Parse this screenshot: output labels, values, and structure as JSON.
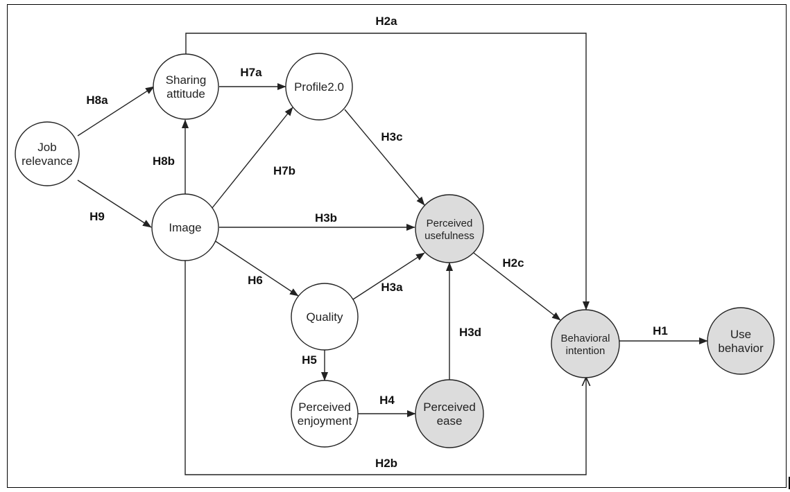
{
  "diagram": {
    "nodes": [
      {
        "id": "job_relevance",
        "lines": [
          "Job",
          "relevance"
        ],
        "fill": "white"
      },
      {
        "id": "sharing_attitude",
        "lines": [
          "Sharing",
          "attitude"
        ],
        "fill": "white"
      },
      {
        "id": "image",
        "lines": [
          "Image"
        ],
        "fill": "white"
      },
      {
        "id": "profile20",
        "lines": [
          "Profile2.0"
        ],
        "fill": "white"
      },
      {
        "id": "quality",
        "lines": [
          "Quality"
        ],
        "fill": "white"
      },
      {
        "id": "perceived_enjoyment",
        "lines": [
          "Perceived",
          "enjoyment"
        ],
        "fill": "white"
      },
      {
        "id": "perceived_usefulness",
        "lines": [
          "Perceived",
          "usefulness"
        ],
        "fill": "grey"
      },
      {
        "id": "perceived_ease",
        "lines": [
          "Perceived",
          "ease"
        ],
        "fill": "grey"
      },
      {
        "id": "behavioral_intention",
        "lines": [
          "Behavioral",
          "intention"
        ],
        "fill": "grey"
      },
      {
        "id": "use_behavior",
        "lines": [
          "Use",
          "behavior"
        ],
        "fill": "grey"
      }
    ],
    "edges": [
      {
        "id": "h8a",
        "label": "H8a",
        "from": "job_relevance",
        "to": "sharing_attitude"
      },
      {
        "id": "h9",
        "label": "H9",
        "from": "job_relevance",
        "to": "image"
      },
      {
        "id": "h8b",
        "label": "H8b",
        "from": "image",
        "to": "sharing_attitude"
      },
      {
        "id": "h7a",
        "label": "H7a",
        "from": "sharing_attitude",
        "to": "profile20"
      },
      {
        "id": "h7b",
        "label": "H7b",
        "from": "image",
        "to": "profile20"
      },
      {
        "id": "h3b",
        "label": "H3b",
        "from": "image",
        "to": "perceived_usefulness"
      },
      {
        "id": "h6",
        "label": "H6",
        "from": "image",
        "to": "quality"
      },
      {
        "id": "h3c",
        "label": "H3c",
        "from": "profile20",
        "to": "perceived_usefulness"
      },
      {
        "id": "h3a",
        "label": "H3a",
        "from": "quality",
        "to": "perceived_usefulness"
      },
      {
        "id": "h5",
        "label": "H5",
        "from": "quality",
        "to": "perceived_enjoyment"
      },
      {
        "id": "h4",
        "label": "H4",
        "from": "perceived_enjoyment",
        "to": "perceived_ease"
      },
      {
        "id": "h3d",
        "label": "H3d",
        "from": "perceived_ease",
        "to": "perceived_usefulness"
      },
      {
        "id": "h2c",
        "label": "H2c",
        "from": "perceived_usefulness",
        "to": "behavioral_intention"
      },
      {
        "id": "h1",
        "label": "H1",
        "from": "behavioral_intention",
        "to": "use_behavior"
      },
      {
        "id": "h2a",
        "label": "H2a",
        "from": "sharing_attitude",
        "to": "behavioral_intention"
      },
      {
        "id": "h2b",
        "label": "H2b",
        "from": "image",
        "to": "behavioral_intention"
      }
    ]
  }
}
